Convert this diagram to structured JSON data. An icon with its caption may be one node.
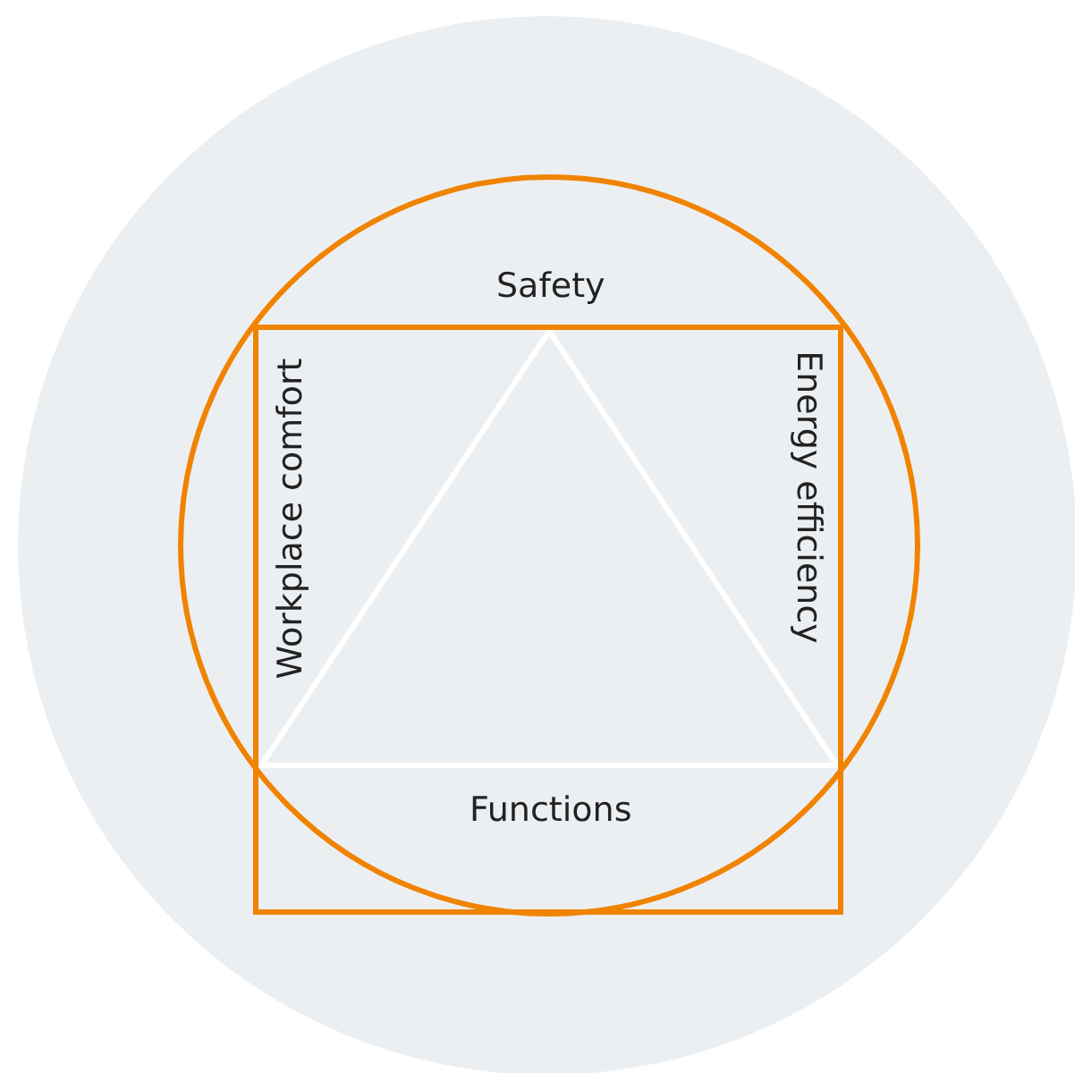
{
  "diagram": {
    "labels": [
      "Safety",
      "Workplace comfort",
      "Energy efficiency",
      "Functions"
    ]
  }
}
